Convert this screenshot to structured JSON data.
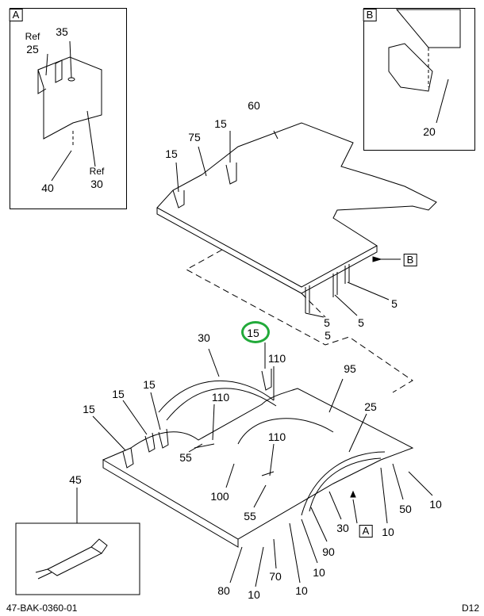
{
  "insets": {
    "A": {
      "tag": "A",
      "labels": {
        "ref25_ref": "Ref",
        "ref25_num": "25",
        "n35": "35",
        "ref30_ref": "Ref",
        "ref30_num": "30",
        "n40": "40"
      }
    },
    "B": {
      "tag": "B",
      "labels": {
        "n20": "20"
      }
    }
  },
  "callouts": {
    "n60": "60",
    "n15a": "15",
    "n75": "75",
    "n15b": "15",
    "view_b": "B",
    "n5a": "5",
    "n5b": "5",
    "n5c": "5",
    "n5d": "5",
    "n15_highlighted": "15",
    "n30a": "30",
    "n110a": "110",
    "n95": "95",
    "n15c": "15",
    "n15d": "15",
    "n15e": "15",
    "n110b": "110",
    "n25": "25",
    "n110c": "110",
    "n55a": "55",
    "n100": "100",
    "n55b": "55",
    "n45": "45",
    "n10a": "10",
    "n50": "50",
    "n10b": "10",
    "n30b": "30",
    "view_a": "A",
    "n90": "90",
    "n10c": "10",
    "n70": "70",
    "n80": "80",
    "n10d": "10",
    "n10e": "10"
  },
  "highlight_color": "#22aa3a",
  "footer": {
    "drawing_id": "47-BAK-0360-01",
    "page": "D12"
  }
}
